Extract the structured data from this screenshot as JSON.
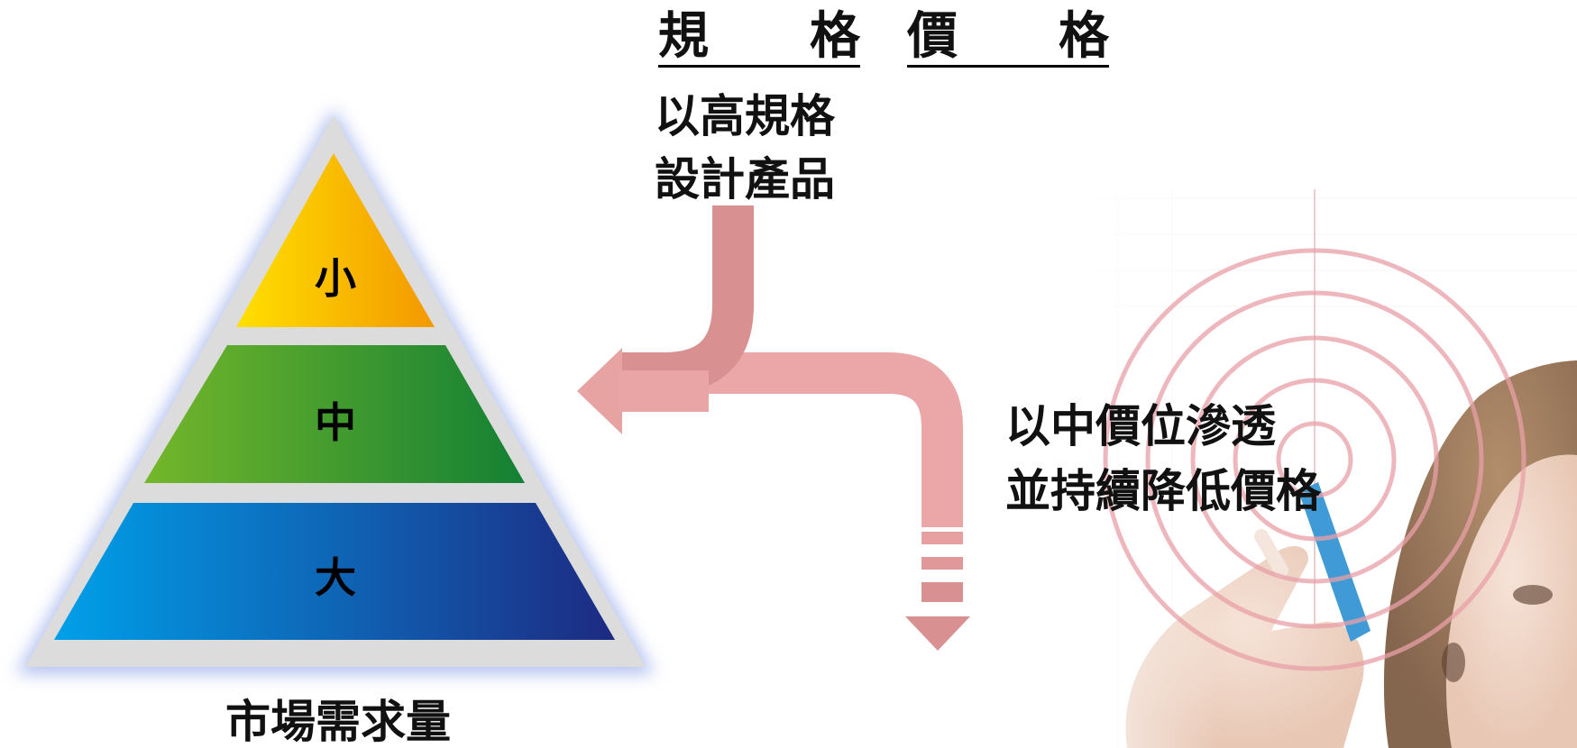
{
  "header": {
    "spec_label": "規　格",
    "price_label": "價　格"
  },
  "spec_note": {
    "line1": "以高規格",
    "line2": "設計產品"
  },
  "price_note": {
    "line1": "以中價位滲透",
    "line2": "並持續降低價格"
  },
  "pyramid": {
    "tiers": [
      {
        "label": "小",
        "colors": [
          "#ffe000",
          "#f39800"
        ]
      },
      {
        "label": "中",
        "colors": [
          "#74b72a",
          "#138034"
        ]
      },
      {
        "label": "大",
        "colors": [
          "#00a0e9",
          "#1d2a82"
        ]
      }
    ],
    "caption": "市場需求量"
  },
  "colors": {
    "arrow_top": "#d89090",
    "arrow_mid": "#eba7a7",
    "frame": "#dcdcdc",
    "glow": "#b4c2f0",
    "target_ring": "#e9a0a8"
  }
}
